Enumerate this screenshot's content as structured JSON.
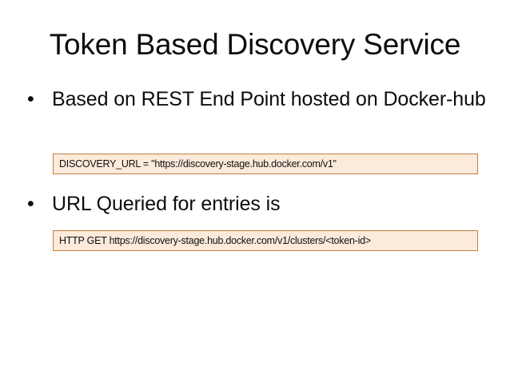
{
  "slide": {
    "title": "Token Based Discovery Service",
    "background_color": "#FFFFFF",
    "text_color": "#0D0D0D",
    "bullets": [
      {
        "marker": "•",
        "text": "Based on REST End Point hosted on Docker-hub"
      },
      {
        "marker": "•",
        "text": "URL Queried for entries is"
      }
    ],
    "code_boxes": [
      {
        "text": "DISCOVERY_URL = \"https://discovery-stage.hub.docker.com/v1\"",
        "fill_color": "#FCEADA",
        "border_color": "#C0803F"
      },
      {
        "text": "HTTP GET https://discovery-stage.hub.docker.com/v1/clusters/<token-id>",
        "fill_color": "#FCEADA",
        "border_color": "#C0803F"
      }
    ]
  }
}
